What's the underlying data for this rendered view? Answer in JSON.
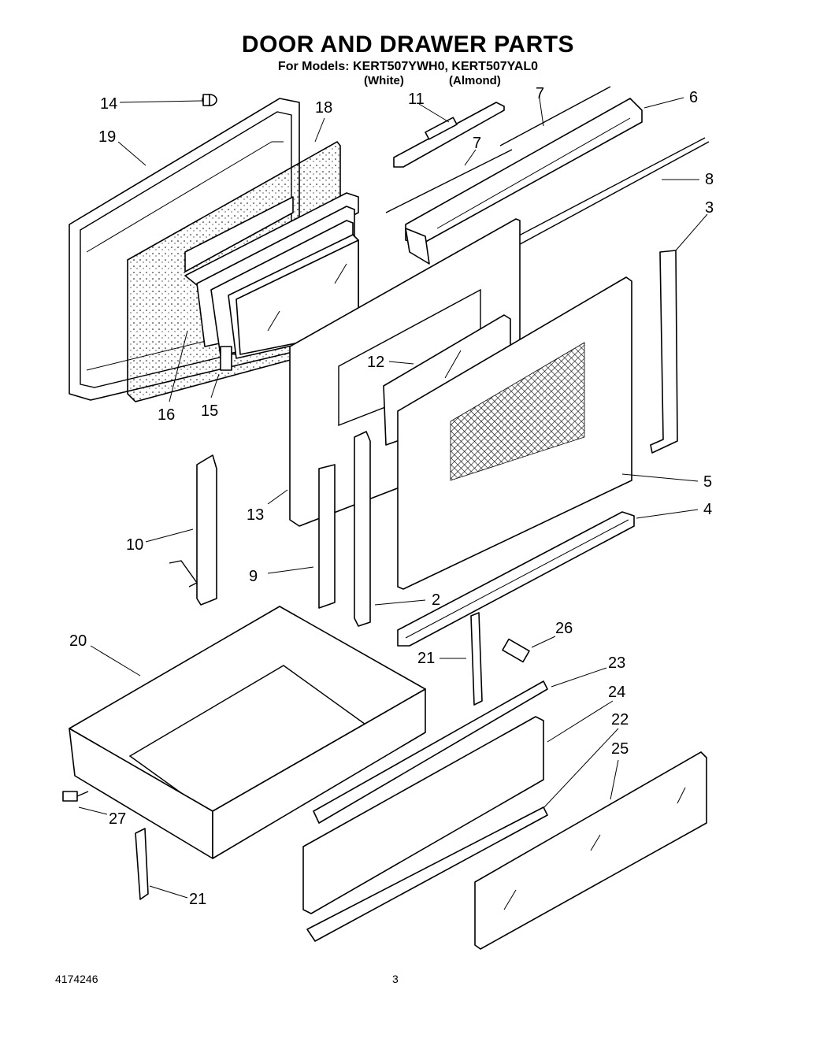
{
  "title": "DOOR AND DRAWER PARTS",
  "models_line": "For Models: KERT507YWH0, KERT507YAL0",
  "variants": [
    "(White)",
    "(Almond)"
  ],
  "footer": {
    "doc_number": "4174246",
    "page_number": "3"
  },
  "callouts": [
    "14",
    "18",
    "19",
    "11",
    "7",
    "7",
    "6",
    "8",
    "3",
    "12",
    "16",
    "15",
    "10",
    "13",
    "9",
    "2",
    "5",
    "4",
    "20",
    "26",
    "21",
    "23",
    "24",
    "22",
    "25",
    "27",
    "21"
  ]
}
